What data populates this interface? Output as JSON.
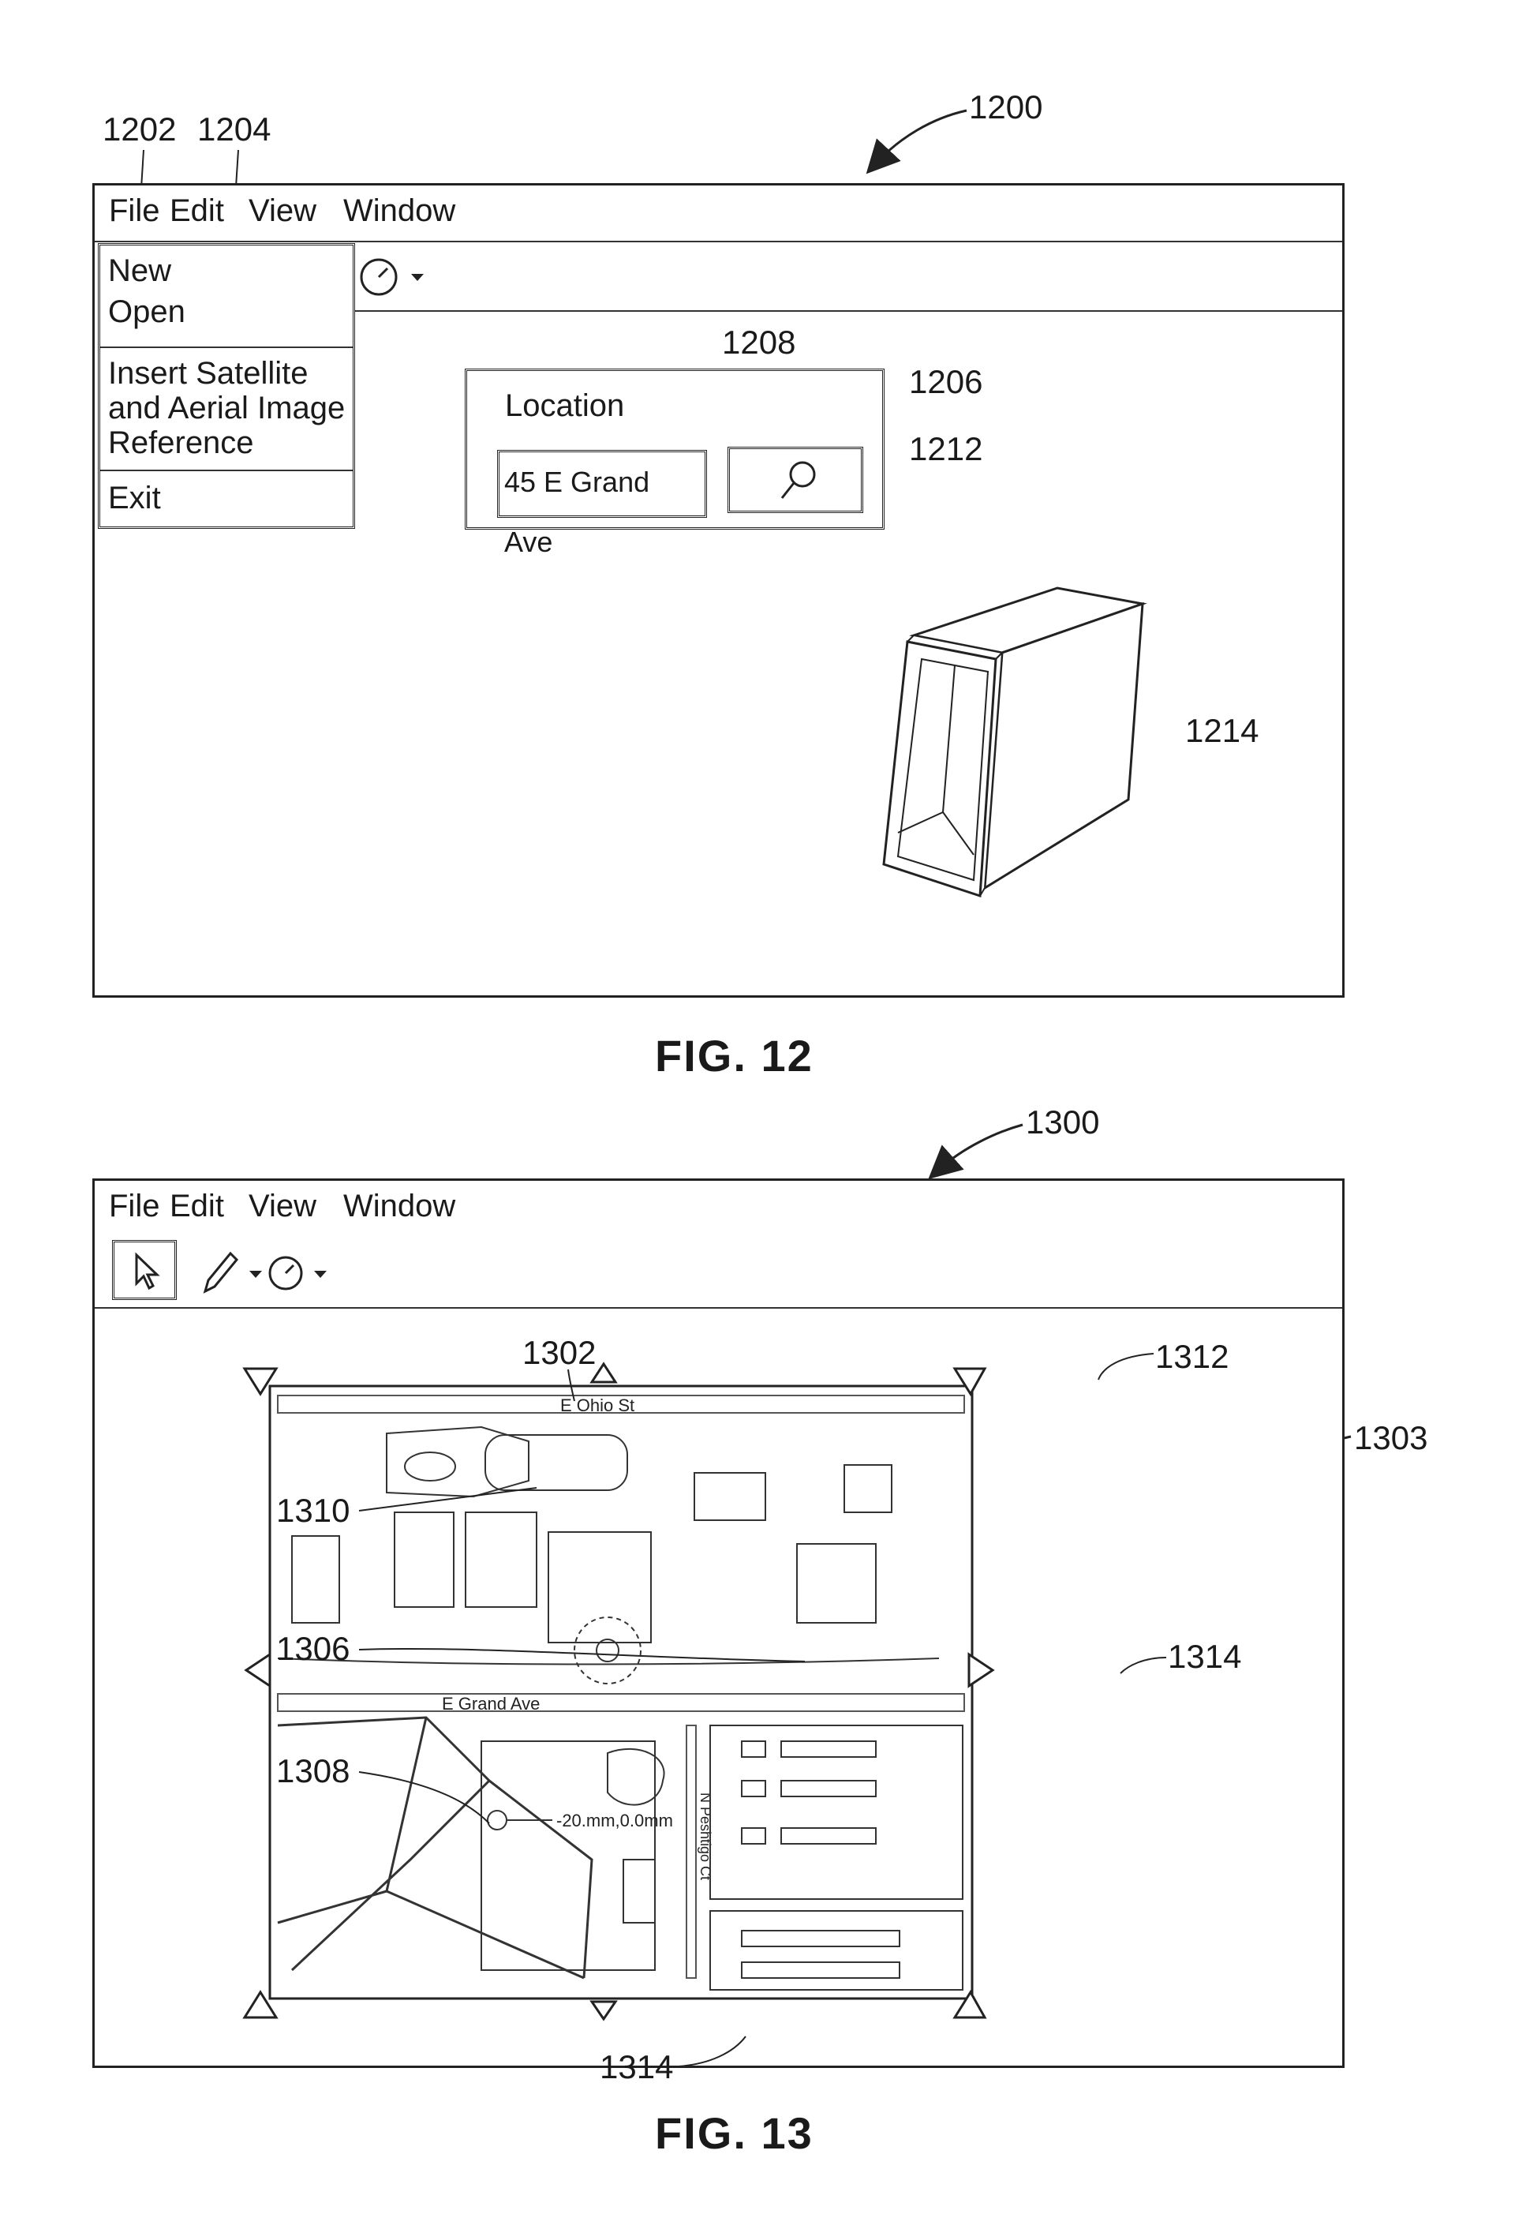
{
  "fig12": {
    "ref_window": "1200",
    "ref_file_menu": "1202",
    "ref_insert_item": "1204",
    "ref_panel": "1206",
    "ref_input": "1208",
    "ref_search_button": "1212",
    "ref_cube": "1214",
    "menu": {
      "file": "File",
      "edit": "Edit",
      "view": "View",
      "window": "Window"
    },
    "dropdown": {
      "new": "New",
      "open": "Open",
      "insert_line1": "Insert Satellite",
      "insert_line2": "and Aerial Image",
      "insert_line3": "Reference",
      "exit": "Exit"
    },
    "location": {
      "label": "Location",
      "value": "45 E Grand Ave"
    },
    "caption": "FIG. 12"
  },
  "fig13": {
    "ref_window": "1300",
    "ref_map": "1302",
    "ref_view": "1303",
    "ref_a": "1310",
    "ref_b": "1306",
    "ref_c": "1308",
    "ref_handle_corner": "1312",
    "ref_handle_side": "1314",
    "ref_handle_bottom": "1314",
    "menu": {
      "file": "File",
      "edit": "Edit",
      "view": "View",
      "window": "Window"
    },
    "map": {
      "street_top": "E Ohio St",
      "street_mid": "E Grand Ave",
      "street_right": "N Peshtigo Ct",
      "measure": "-20.mm,0.0mm"
    },
    "caption": "FIG. 13"
  },
  "icons": [
    "compass-icon",
    "dropdown-arrow-icon",
    "search-icon",
    "cursor-icon",
    "pencil-icon",
    "handle-triangle-icon",
    "arrow-icon"
  ]
}
